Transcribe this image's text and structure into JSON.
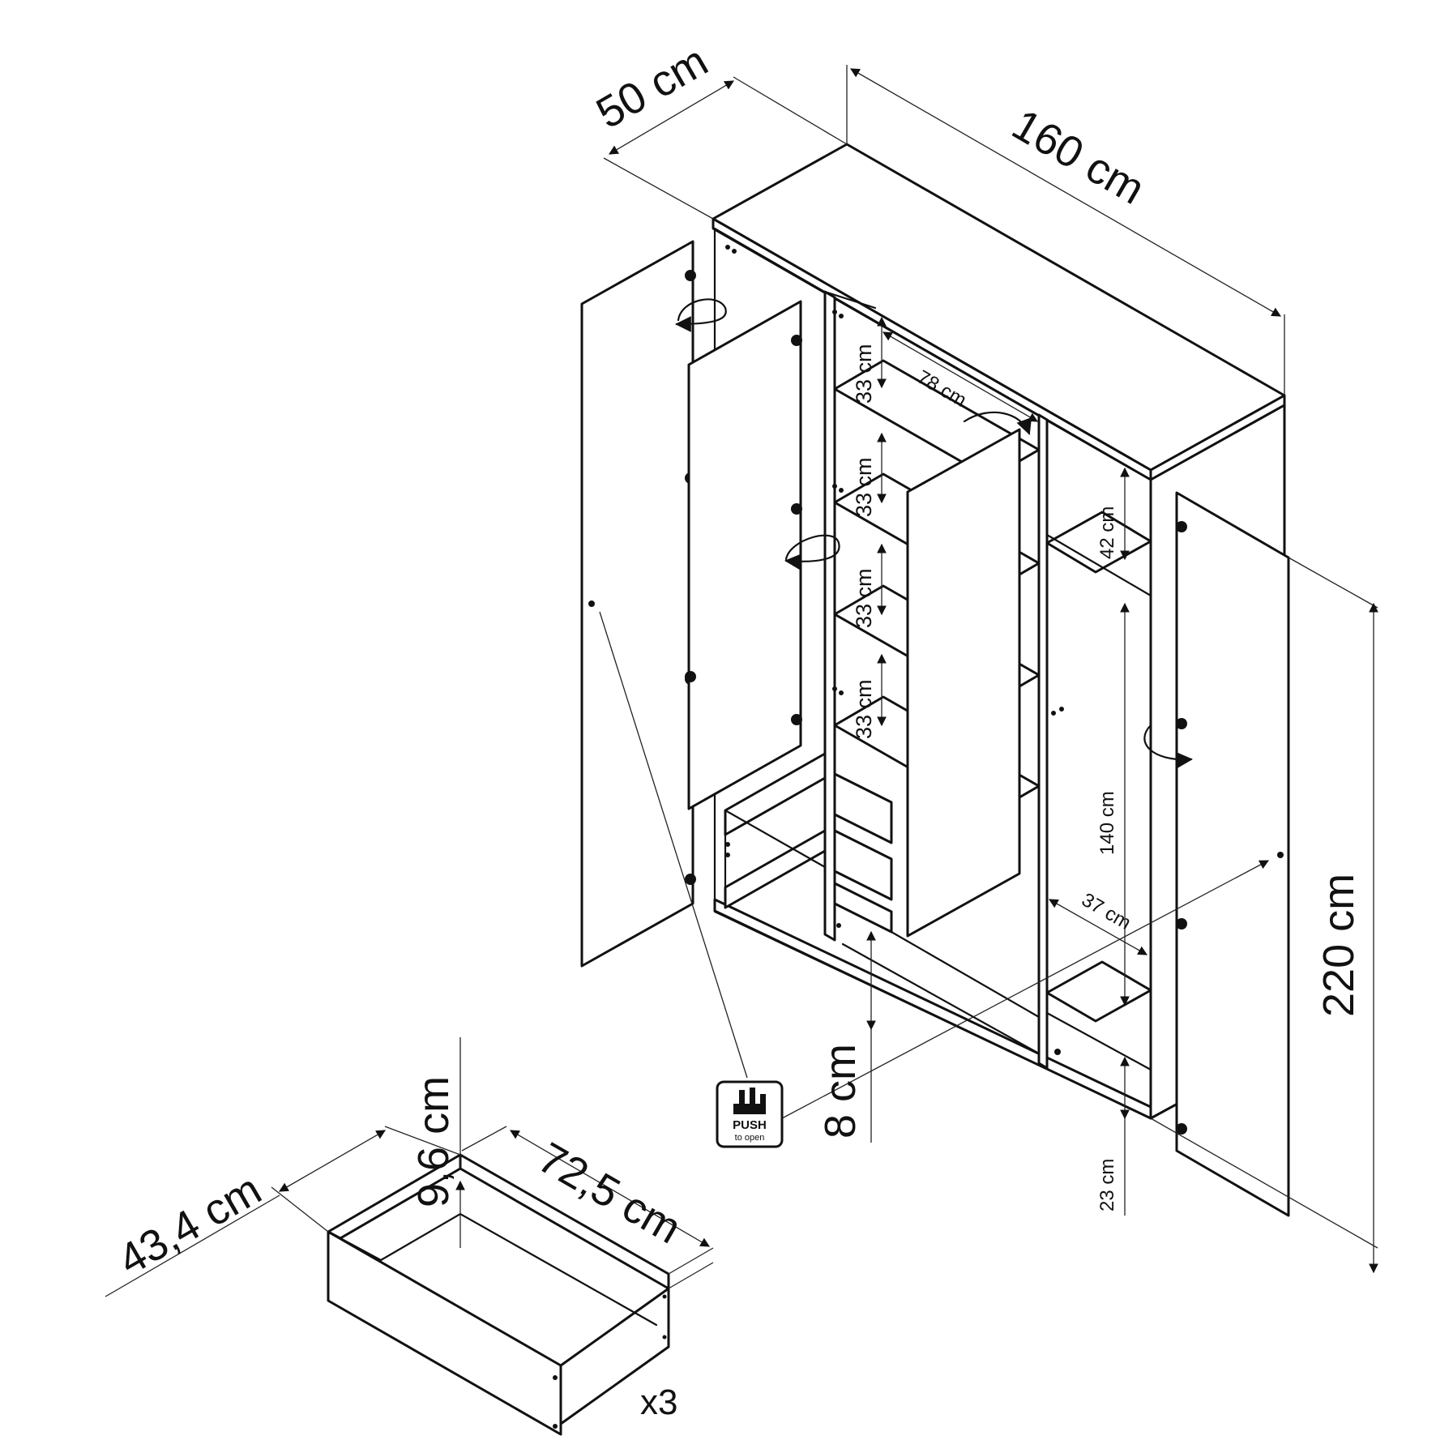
{
  "dimensions": {
    "depth": "50 cm",
    "width": "160 cm",
    "height": "220 cm",
    "shelf_spacing": "33 cm",
    "inner_width": "78 cm",
    "top_compartment": "42 cm",
    "hanging_height": "140 cm",
    "inner_depth": "37 cm",
    "bottom_compartment": "23 cm",
    "plinth": "8 cm"
  },
  "drawer": {
    "height": "9,6 cm",
    "length": "72,5 cm",
    "depth": "43,4 cm",
    "quantity": "x3"
  },
  "push_label": {
    "line1": "PUSH",
    "line2": "to open"
  }
}
